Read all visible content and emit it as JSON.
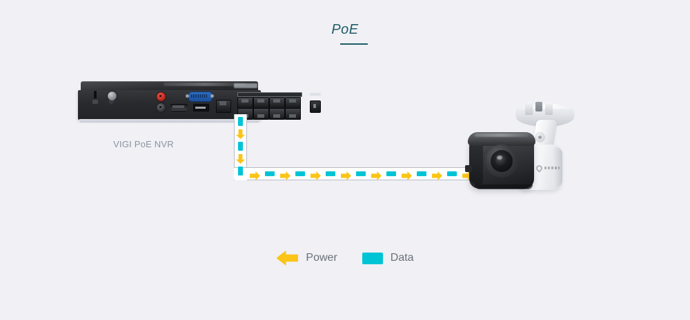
{
  "title": "PoE",
  "background_color": "#f0f0f5",
  "title_color": "#1d5c66",
  "devices": {
    "nvr": {
      "label": "VIGI PoE NVR",
      "label_color": "#8c93a0",
      "ports": {
        "lock": "kensington-lock-slot",
        "ground": "ground-screw",
        "audio_out": "rca-red-jack",
        "audio_in": "rca-black-jack",
        "hdmi": "hdmi-port",
        "usb": "usb-port",
        "vga": "vga-port",
        "lan": "rj45-lan-port",
        "poe_port_count": 8,
        "power": "dc-power-jack"
      }
    },
    "camera": {
      "label": "",
      "type": "bullet-camera-with-mount"
    }
  },
  "cable": {
    "vertical_dash_count": 3,
    "vertical_arrow_count": 2,
    "horizontal_dash_count": 11,
    "horizontal_arrow_count": 11,
    "power_color": "#fcc417",
    "data_color": "#00c4d6",
    "sheath_color": "#b9bcc6"
  },
  "legend": {
    "items": [
      {
        "label": "Power",
        "color": "#fcc417",
        "shape": "left-arrow"
      },
      {
        "label": "Data",
        "color": "#00c4d6",
        "shape": "rectangle"
      }
    ],
    "label_color": "#6a7079"
  }
}
